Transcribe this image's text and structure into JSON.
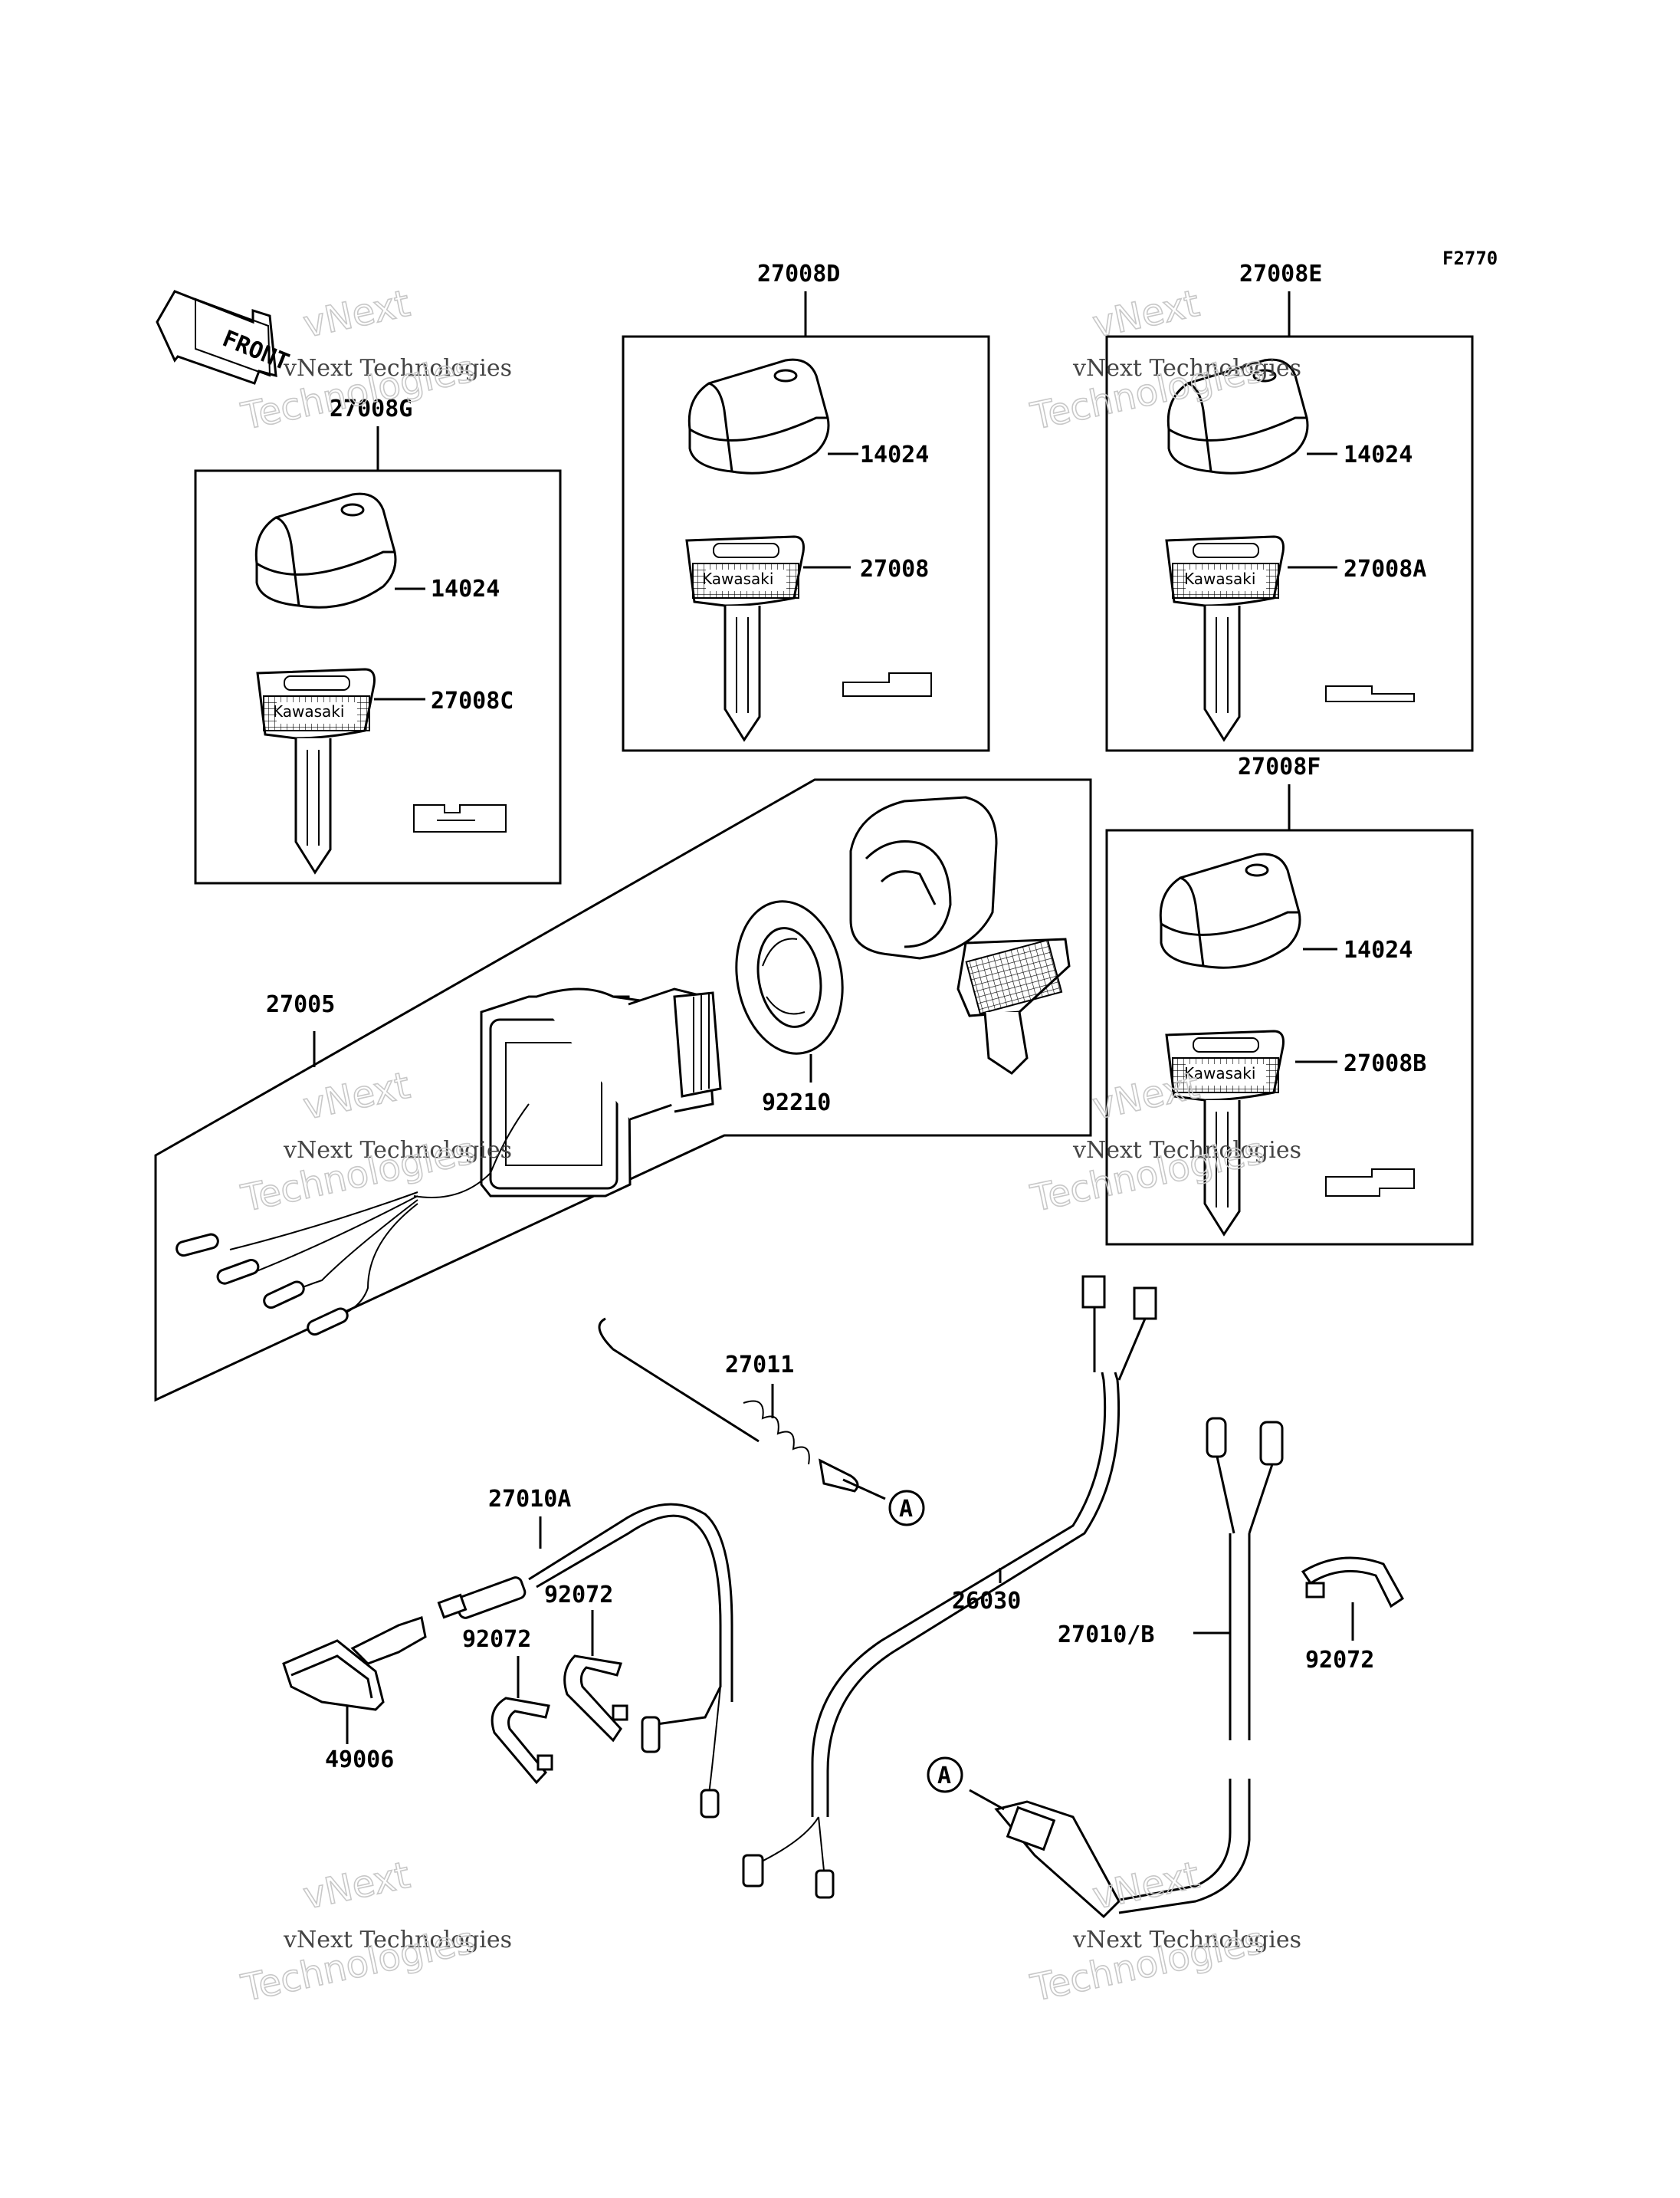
{
  "figure_code": "F2770",
  "front_label": "FRONT",
  "brand_text": "Kawasaki",
  "watermark": {
    "line1": "vNext Technologies",
    "line2": "vNext",
    "line3": "Technologies"
  },
  "callouts": {
    "c27008G": "27008G",
    "c27008D": "27008D",
    "c27008E": "27008E",
    "c27008F": "27008F",
    "c14024_g": "14024",
    "c27008C": "27008C",
    "c14024_d": "14024",
    "c27008": "27008",
    "c14024_e": "14024",
    "c27008A": "27008A",
    "c14024_f": "14024",
    "c27008B": "27008B",
    "c27005": "27005",
    "c92210": "92210",
    "c27011": "27011",
    "c27010A": "27010A",
    "c92072_a": "92072",
    "c92072_b": "92072",
    "c49006": "49006",
    "c26030": "26030",
    "c27010B": "27010/B",
    "c92072_c": "92072"
  },
  "ref_markers": {
    "a1": "A",
    "a2": "A"
  }
}
